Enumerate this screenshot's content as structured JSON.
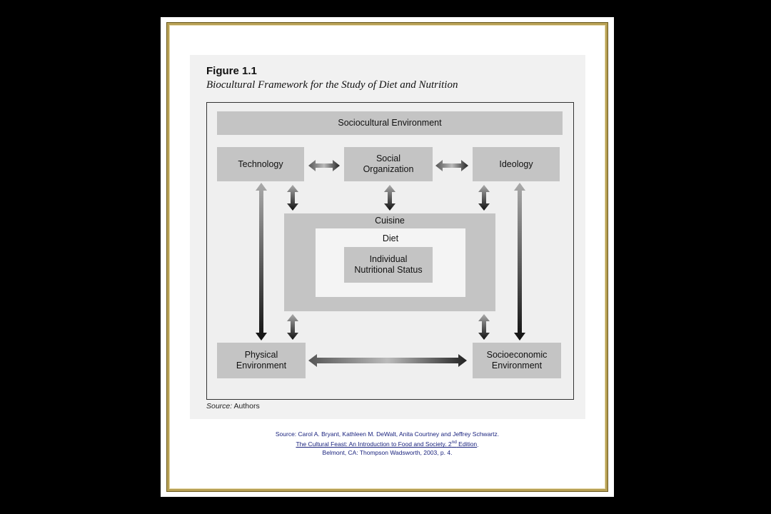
{
  "figure": {
    "label": "Figure 1.1",
    "title": "Biocultural Framework for the Study of Diet and Nutrition",
    "source_prefix": "Source:",
    "source_value": "Authors"
  },
  "diagram": {
    "sociocultural": "Sociocultural Environment",
    "technology": "Technology",
    "social_org_line1": "Social",
    "social_org_line2": "Organization",
    "ideology": "Ideology",
    "cuisine": "Cuisine",
    "diet": "Diet",
    "individual_line1": "Individual",
    "individual_line2": "Nutritional Status",
    "physical_line1": "Physical",
    "physical_line2": "Environment",
    "socioeconomic_line1": "Socioeconomic",
    "socioeconomic_line2": "Environment"
  },
  "citation": {
    "line1": "Source: Carol A. Bryant, Kathleen M. DeWalt, Anita Courtney and Jeffrey Schwartz.",
    "line2_link": "The Cultural Feast: An Introduction to Food and Society. 2",
    "line2_sup": "nd",
    "line2_tail": " Edition",
    "line2_end": ".",
    "line3": "Belmont, CA: Thompson Wadsworth, 2003, p. 4."
  },
  "colors": {
    "background": "#000000",
    "frame_gold": "#b7a054",
    "citation_blue": "#1a237e",
    "box_gray": "#c4c4c4"
  }
}
